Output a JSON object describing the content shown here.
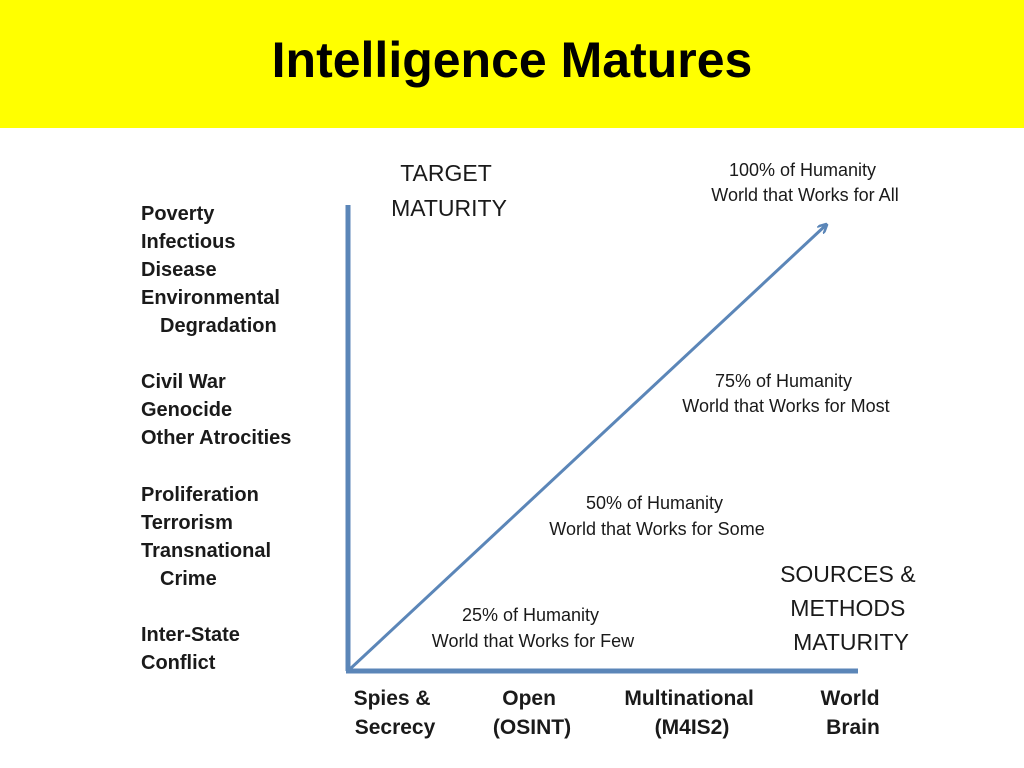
{
  "title": "Intelligence Matures",
  "colors": {
    "title_band": "#ffff00",
    "axis": "#5b86b8",
    "text": "#1a1a1a"
  },
  "axes": {
    "y_label": [
      "TARGET",
      "MATURITY"
    ],
    "x_label": [
      "SOURCES &",
      "METHODS",
      "MATURITY"
    ]
  },
  "targets": {
    "lines": [
      "Poverty",
      "Infectious",
      "Disease",
      "Environmental",
      "Degradation",
      "Civil War",
      "Genocide",
      "Other Atrocities",
      "Proliferation",
      "Terrorism",
      "Transnational",
      "Crime",
      "Inter-State",
      "Conflict"
    ]
  },
  "milestones": [
    {
      "percent": "25%",
      "rest": " of Humanity",
      "desc": "World that Works for Few"
    },
    {
      "percent": "50%",
      "rest": " of Humanity",
      "desc": "World that Works for Some"
    },
    {
      "percent": "75%",
      "rest": " of Humanity",
      "desc": "World that Works for Most"
    },
    {
      "percent": "100%",
      "rest": " of Humanity",
      "desc": "World that Works for All"
    }
  ],
  "sources": [
    {
      "line1": "Spies &",
      "line2": "Secrecy"
    },
    {
      "line1": "Open",
      "line2": "(OSINT)"
    },
    {
      "line1": "Multinational",
      "line2": "(M4IS2)"
    },
    {
      "line1": "World",
      "line2": "Brain"
    }
  ]
}
